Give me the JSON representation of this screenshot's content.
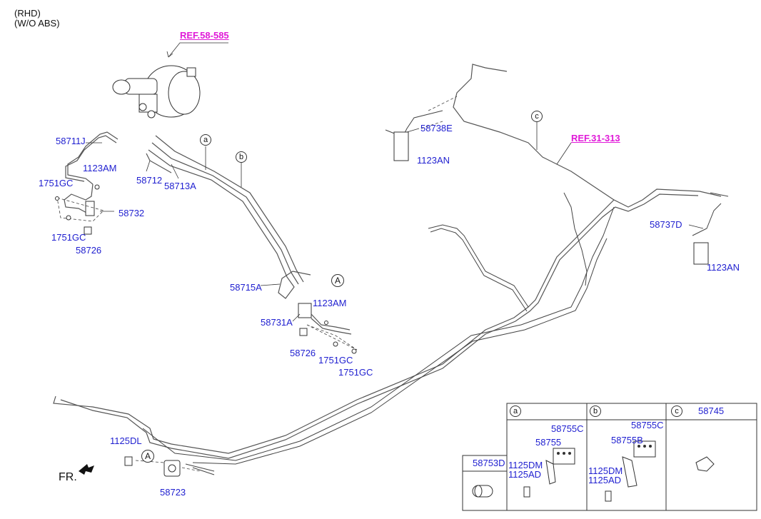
{
  "header": {
    "line1": "(RHD)",
    "line2": "(W/O ABS)"
  },
  "references": {
    "ref_brake": "REF.58-585",
    "ref_fuel": "REF.31-313"
  },
  "circles": {
    "a": "a",
    "b": "b",
    "c": "c",
    "A": "A"
  },
  "front_label": "FR.",
  "labels": {
    "p58711J": "58711J",
    "p1123AM_top": "1123AM",
    "p1751GC_top": "1751GC",
    "p58732": "58732",
    "p1751GC_left": "1751GC",
    "p58726_left": "58726",
    "p58712": "58712",
    "p58713A": "58713A",
    "p58715A": "58715A",
    "p1123AM_mid": "1123AM",
    "p58731A": "58731A",
    "p58726_mid": "58726",
    "p1751GC_mid": "1751GC",
    "p1751GC_bot": "1751GC",
    "p58738E": "58738E",
    "p1123AN_mid": "1123AN",
    "p58737D": "58737D",
    "p1123AN_right": "1123AN",
    "p1125DL": "1125DL",
    "p58723": "58723"
  },
  "legend": {
    "box_58753D": "58753D",
    "col_a": {
      "letter": "a",
      "p1": "58755C",
      "p2": "58755",
      "p3": "1125DM",
      "p4": "1125AD"
    },
    "col_b": {
      "letter": "b",
      "p1": "58755C",
      "p2": "58755B",
      "p3": "1125DM",
      "p4": "1125AD"
    },
    "col_c": {
      "letter": "c",
      "p1": "58745"
    }
  }
}
